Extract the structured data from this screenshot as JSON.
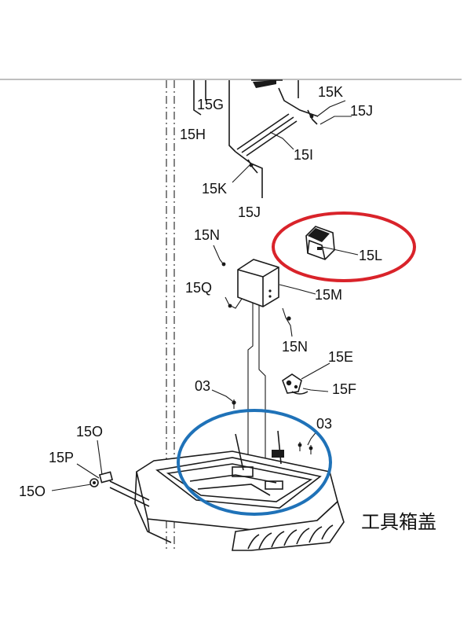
{
  "caption": "工具箱盖",
  "labels": {
    "g15G": "15G",
    "g15H": "15H",
    "g15K_top": "15K",
    "g15J_top": "15J",
    "g15I": "15I",
    "g15K_mid": "15K",
    "g15J_mid": "15J",
    "g15N_top": "15N",
    "g15L": "15L",
    "g15Q": "15Q",
    "g15M": "15M",
    "g15N_mid": "15N",
    "g15E": "15E",
    "g03_left": "03",
    "g15F": "15F",
    "g03_right": "03",
    "g15O_top": "15O",
    "g15P": "15P",
    "g15O_bottom": "15O"
  },
  "highlights": {
    "red_ellipse_color": "#d9232a",
    "blue_ellipse_color": "#1f72b8"
  }
}
